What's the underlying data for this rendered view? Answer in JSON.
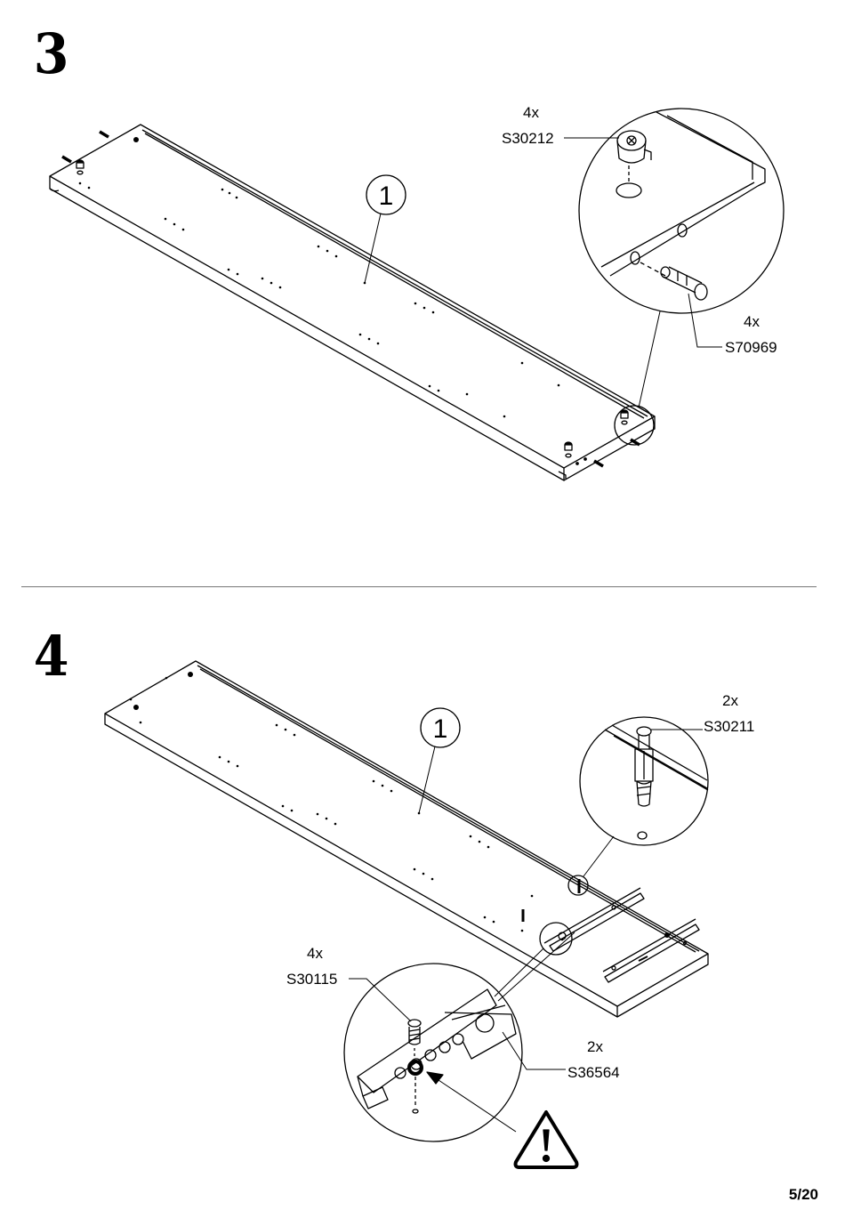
{
  "step3": {
    "number": "3",
    "part_label": "1",
    "cam_qty": "4x",
    "cam_code": "S30212",
    "dowel_qty": "4x",
    "dowel_code": "S70969"
  },
  "step4": {
    "number": "4",
    "part_label": "1",
    "bolt_qty": "2x",
    "bolt_code": "S30211",
    "screw_qty": "4x",
    "screw_code": "S30115",
    "slide_qty": "2x",
    "slide_code": "S36564"
  },
  "footer": {
    "page": "5/20"
  }
}
